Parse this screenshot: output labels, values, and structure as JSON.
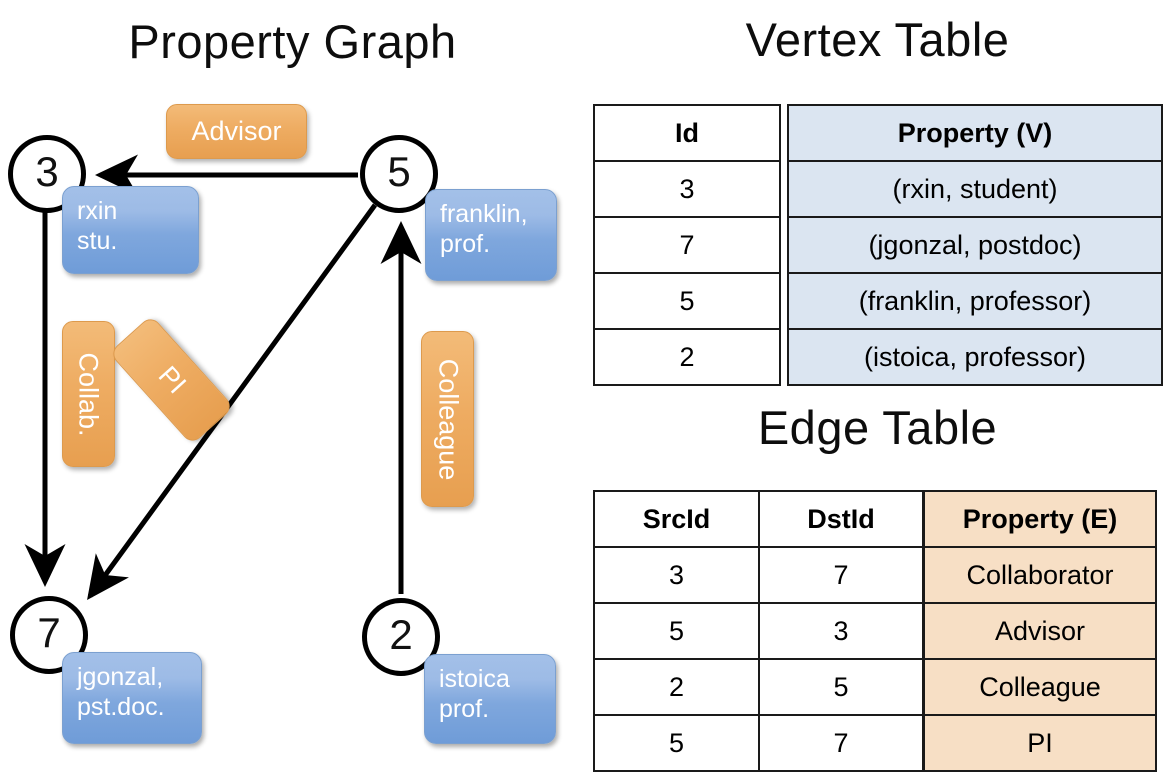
{
  "titles": {
    "property_graph": "Property Graph",
    "vertex_table": "Vertex Table",
    "edge_table": "Edge Table"
  },
  "graph": {
    "nodes": [
      {
        "id": "3",
        "property_line1": "rxin",
        "property_line2": "stu."
      },
      {
        "id": "5",
        "property_line1": "franklin,",
        "property_line2": "prof."
      },
      {
        "id": "7",
        "property_line1": "jgonzal,",
        "property_line2": "pst.doc."
      },
      {
        "id": "2",
        "property_line1": "istoica",
        "property_line2": "prof."
      }
    ],
    "edge_labels": {
      "advisor": "Advisor",
      "collab": "Collab.",
      "pi": "PI",
      "colleague": "Colleague"
    },
    "colors": {
      "node_stroke": "#000000",
      "vertex_property_box": "#7fa7dd",
      "edge_label_box": "#eeac62",
      "edge_line": "#000000"
    }
  },
  "vertex_table": {
    "headers": {
      "id": "Id",
      "property": "Property (V)"
    },
    "rows": [
      {
        "id": "3",
        "property": "(rxin, student)"
      },
      {
        "id": "7",
        "property": "(jgonzal, postdoc)"
      },
      {
        "id": "5",
        "property": "(franklin, professor)"
      },
      {
        "id": "2",
        "property": "(istoica, professor)"
      }
    ],
    "header_fill": "#dbe5f1"
  },
  "edge_table": {
    "headers": {
      "src": "SrcId",
      "dst": "DstId",
      "property": "Property (E)"
    },
    "rows": [
      {
        "src": "3",
        "dst": "7",
        "property": "Collaborator"
      },
      {
        "src": "5",
        "dst": "3",
        "property": "Advisor"
      },
      {
        "src": "2",
        "dst": "5",
        "property": "Colleague"
      },
      {
        "src": "5",
        "dst": "7",
        "property": "PI"
      }
    ],
    "header_fill": "#f7dfc5"
  }
}
